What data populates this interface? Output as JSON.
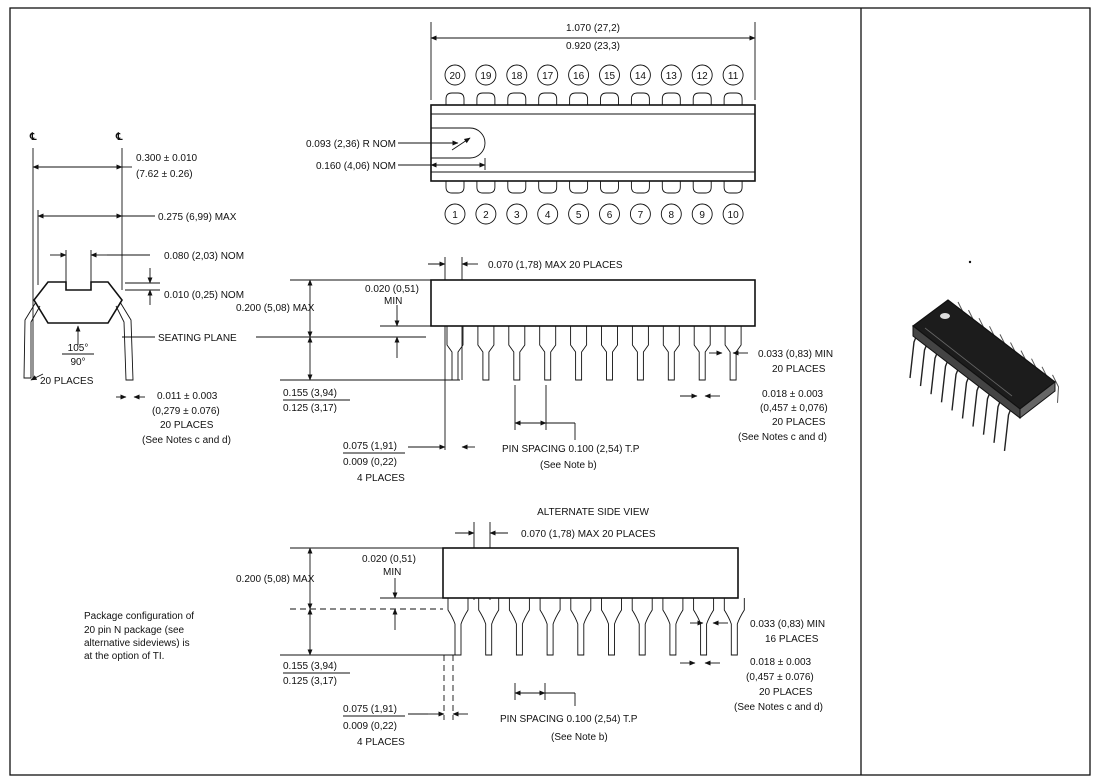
{
  "top_view": {
    "overall_length": [
      "1.070 (27,2)",
      "0.920 (23,3)"
    ],
    "pins_top": [
      "20",
      "19",
      "18",
      "17",
      "16",
      "15",
      "14",
      "13",
      "12",
      "11"
    ],
    "pins_bottom": [
      "1",
      "2",
      "3",
      "4",
      "5",
      "6",
      "7",
      "8",
      "9",
      "10"
    ],
    "notch_radius": "0.093 (2,36) R NOM",
    "notch_depth": "0.160 (4,06) NOM"
  },
  "end_view": {
    "centerline_left": "℄",
    "centerline_right": "℄",
    "row_spacing": [
      "0.300 ± 0.010",
      "(7.62 ± 0.26)"
    ],
    "body_width": "0.275 (6,99) MAX",
    "top_feature": "0.080 (2,03) NOM",
    "step_height": "0.010 (0,25) NOM",
    "angle_top": "105°",
    "angle_bottom": "90°",
    "angle_places": "20 PLACES",
    "lead_thickness": [
      "0.011 ± 0.003",
      "(0,279 ± 0.076)",
      "20 PLACES",
      "(See Notes c and d)"
    ],
    "seating_plane": "SEATING PLANE"
  },
  "side_view": {
    "lead_width_top": "0.070 (1,78) MAX 20 PLACES",
    "standoff": [
      "0.020 (0,51)",
      "MIN"
    ],
    "body_height": "0.200 (5,08) MAX",
    "lead_length": [
      "0.155 (3,94)",
      "0.125 (3,17)"
    ],
    "end_lead": [
      "0.075 (1,91)",
      "0.009 (0,22)",
      "4 PLACES"
    ],
    "pin_spacing": [
      "PIN SPACING 0.100 (2,54) T.P",
      "(See Note b)"
    ],
    "lead_shoulder": [
      "0.033 (0,83) MIN",
      "20 PLACES"
    ],
    "lead_width": [
      "0.018 ± 0.003",
      "(0,457 ± 0,076)",
      "20 PLACES",
      "(See Notes c and d)"
    ]
  },
  "alt_side_view": {
    "title": "ALTERNATE SIDE VIEW",
    "lead_width_top": "0.070 (1,78) MAX 20 PLACES",
    "standoff": [
      "0.020 (0,51)",
      "MIN"
    ],
    "body_height": "0.200 (5,08) MAX",
    "lead_length": [
      "0.155 (3,94)",
      "0.125 (3,17)"
    ],
    "end_lead": [
      "0.075 (1,91)",
      "0.009 (0,22)",
      "4 PLACES"
    ],
    "pin_spacing": [
      "PIN SPACING 0.100 (2,54) T.P",
      "(See Note b)"
    ],
    "lead_shoulder": [
      "0.033 (0,83) MIN",
      "16 PLACES"
    ],
    "lead_width": [
      "0.018 ± 0.003",
      "(0,457 ± 0.076)",
      "20 PLACES",
      "(See Notes c and d)"
    ]
  },
  "note": [
    "Package configuration of",
    "20 pin N package (see",
    "alternative sideviews) is",
    "at the option of TI."
  ]
}
